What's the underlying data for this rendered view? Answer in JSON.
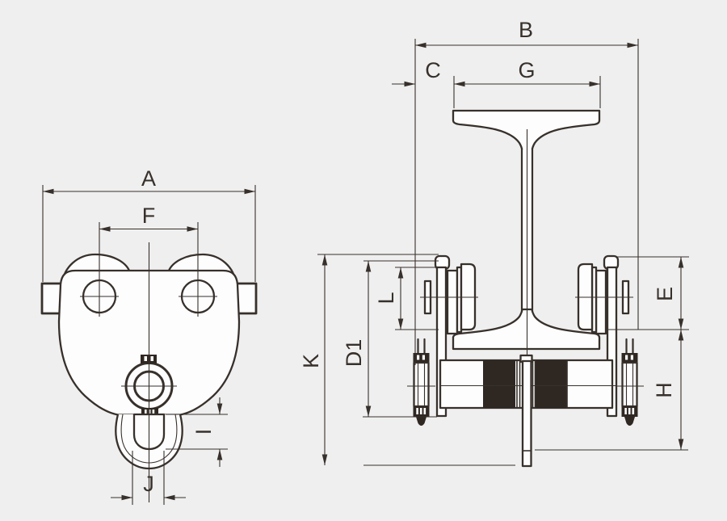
{
  "drawing": {
    "type": "technical-dimension-drawing",
    "subject": "push-trolley-on-i-beam",
    "colors": {
      "background": "#efefef",
      "line": "#37302b",
      "fill_white": "#fdfdfd",
      "fill_black": "#2f2722"
    },
    "front_view": {
      "dimension_labels": {
        "A": "A",
        "F": "F",
        "I": "I",
        "J": "J"
      }
    },
    "side_view": {
      "dimension_labels": {
        "B": "B",
        "C": "C",
        "G": "G",
        "K": "K",
        "D1": "D1",
        "L": "L",
        "E": "E",
        "H": "H"
      }
    }
  }
}
